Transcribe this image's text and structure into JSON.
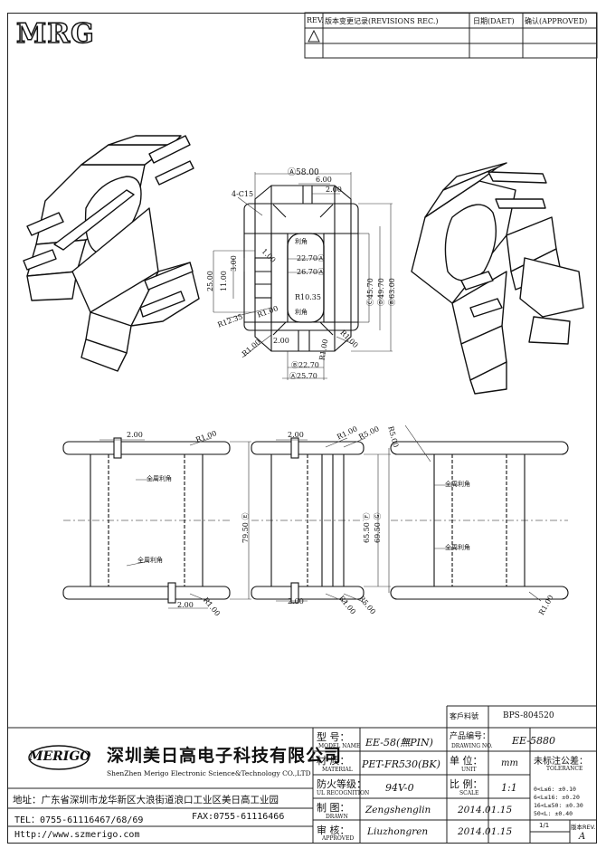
{
  "logo": "MRG",
  "revisions": {
    "rev": "REV.",
    "rec": "版本变更记录(REVISIONS REC.)",
    "date": "日期(DAET)",
    "approved": "确认(APPROVED)"
  },
  "dimensions": {
    "d58": "Ⓐ58.00",
    "d6": "6.00",
    "d2top": "2.00",
    "c15": "4-C15",
    "liji1": "利角",
    "liji2": "利角",
    "d2270a": "22.70Ⓐ",
    "d2670a": "26.70Ⓐ",
    "d100": "1.00",
    "d300": "3.00",
    "d2500": "25.00",
    "d1100": "11.00",
    "r1035": "R10.35",
    "r100a": "R1.00",
    "r1235": "R12.35",
    "r100b": "R1.00",
    "d200mid": "2.00",
    "r100c": "R1.00",
    "r100d": "R1.00",
    "h4570": "Ⓒ45.70",
    "h4970": "Ⓓ49.70",
    "h6300": "Ⓑ63.00",
    "b2270": "Ⓑ22.70",
    "b2570": "Ⓐ25.70",
    "f200a": "2.00",
    "f100a": "R1.00",
    "f200b": "2.00",
    "f100b": "R1.00",
    "f7950": "79.50 Ⓔ",
    "fnote1": "全周利角",
    "fnote2": "全周利角",
    "m200a": "2.00",
    "m100a": "R1.00",
    "m500a": "R5.00",
    "m6550": "65.50 Ⓕ",
    "m6950": "69.50 Ⓖ",
    "m200b": "2.00",
    "m100b": "R1.00",
    "m500b": "R5.00",
    "r500": "R5.00",
    "rnote1": "全周利角",
    "rnote2": "全周利角",
    "r100e": "R1.00"
  },
  "title_block": {
    "customer_label": "客戶料號",
    "customer_no": "BPS-804520",
    "company_cn": "深圳美日高电子科技有限公司",
    "company_en": "ShenZhen Merigo Electronic Science&Technology CO.,LTD",
    "brand": "MERIGO",
    "address": "地址：广东省深圳市龙华新区大浪街道浪口工业区美日高工业园",
    "tel": "TEL：0755-61116467/68/69",
    "fax": "FAX:0755-61116466",
    "web": "Http://www.szmerigo.com",
    "model_label": "型 号：",
    "model_sub": "MODEL NAME",
    "model_value": "EE-58(無PIN)",
    "drawing_label": "产品编号：",
    "drawing_sub": "DRAWING NO.",
    "drawing_value": "EE-5880",
    "material_label": "材 质：",
    "material_sub": "MATERIAL",
    "material_value": "PET-FR530(BK)",
    "unit_label": "单 位：",
    "unit_sub": "UNIT",
    "unit_value": "mm",
    "tolerance_label": "未标注公差：",
    "tolerance_sub": "TOLERANCE",
    "fire_label": "防火等级：",
    "fire_sub": "UL RECOGNITION",
    "fire_value": "94V-0",
    "scale_label": "比 例：",
    "scale_sub": "SCALE",
    "scale_value": "1:1",
    "tol1": "0<L≤6:   ±0.10",
    "tol2": "6<L≤16:  ±0.20",
    "tol3": "16<L≤50: ±0.30",
    "tol4": "50<L:    ±0.40",
    "drawn_label": "制 图：",
    "drawn_sub": "DRAWN",
    "drawn_value": "Zengshenglin",
    "drawn_date": "2014.01.15",
    "approved_label": "审 核：",
    "approved_sub": "APPROVED",
    "approved_value": "Liuzhongren",
    "approved_date": "2014.01.15",
    "rev_label": "版本REV.",
    "rev_value": "A",
    "page": "1/1"
  }
}
